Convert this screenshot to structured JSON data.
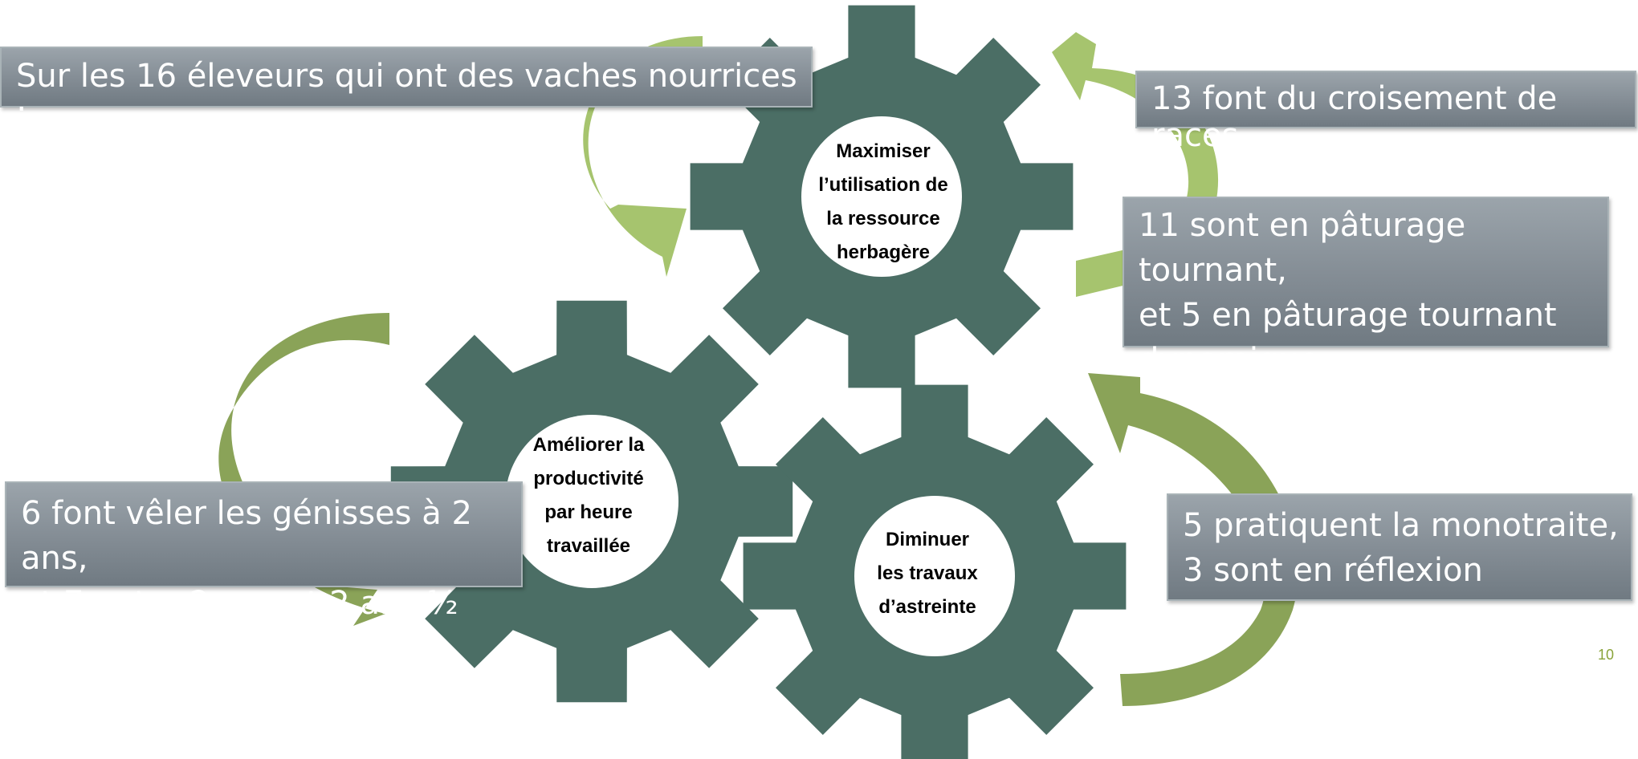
{
  "colors": {
    "gear": "#4b6e65",
    "arrow_light": "#a6c46e",
    "arrow_dark": "#7e9a50",
    "box_fill": "#87909a",
    "page_number": "#8aa43a"
  },
  "title_box": {
    "text": "Sur les 16 éleveurs qui ont des vaches nourrices :"
  },
  "gears": {
    "top": {
      "label_lines": [
        "Maximiser",
        "l’utilisation de",
        "la ressource",
        "herbagère"
      ]
    },
    "left": {
      "label_lines": [
        "Améliorer la",
        "productivité",
        "par heure",
        "travaillée"
      ]
    },
    "right": {
      "label_lines": [
        "Diminuer",
        "les travaux",
        "d’astreinte"
      ]
    }
  },
  "facts": {
    "crossbreeding": "13 font du croisement de races",
    "grazing": [
      "11 sont en pâturage tournant,",
      "et 5 en pâturage tournant",
      "dynamique"
    ],
    "calving": [
      "6 font vêler les génisses à 2 ans,",
      "et 7 entre 2 ans et 2 ans ½"
    ],
    "milking": [
      "5 pratiquent la monotraite,",
      "3 sont en réflexion"
    ]
  },
  "page_number": "10"
}
